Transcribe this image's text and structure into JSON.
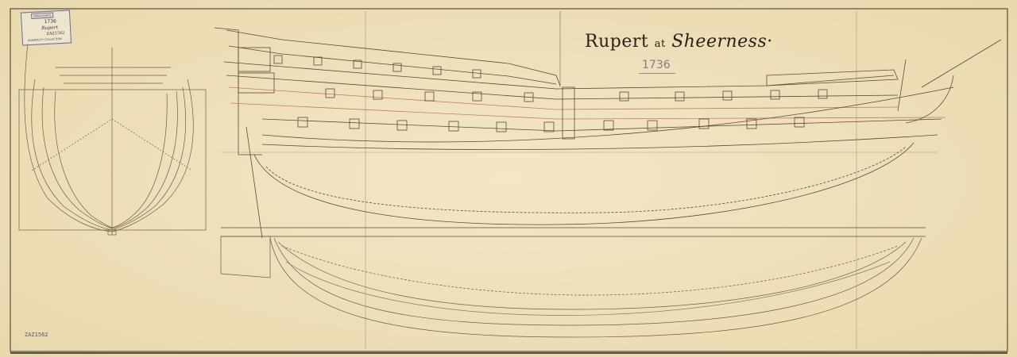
{
  "drawing": {
    "title_name": "Rupert",
    "title_at": "at",
    "title_place": "Sheerness",
    "date": "1736",
    "reference_number": "ZAZ1562"
  },
  "stamp": {
    "header": "DRAUGHTS",
    "year": "1736",
    "ship": "Rupert",
    "code": "ZAZ1562",
    "footer": "ADMIRALTY COLLECTION"
  },
  "colors": {
    "paper": "#efe2bd",
    "ink": "#5a4a38",
    "red_ink": "#c47a6a"
  }
}
